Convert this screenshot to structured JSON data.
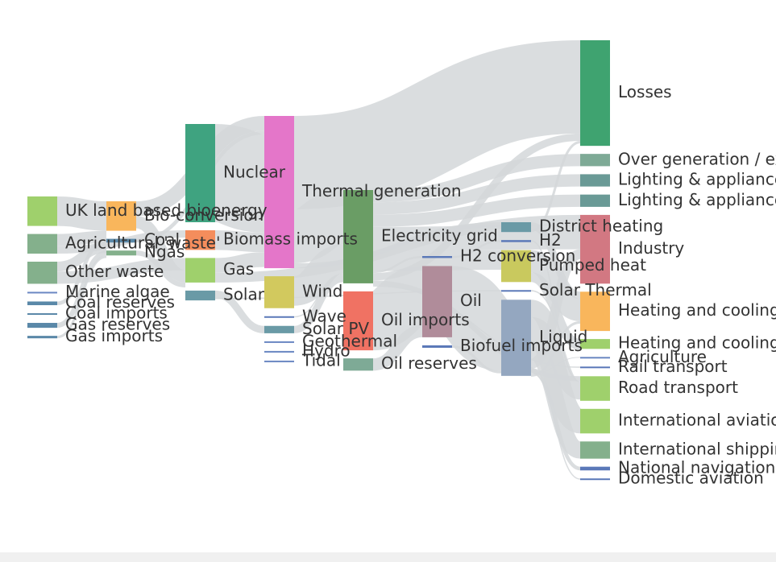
{
  "chart_data": {
    "type": "sankey",
    "link_color": "#d4d7d9",
    "nodes": [
      {
        "id": "ukland",
        "label": "UK land based bioenergy",
        "column": 0,
        "value": 12,
        "color": "#9fd06c"
      },
      {
        "id": "agwaste",
        "label": "Agricultural 'waste'",
        "column": 0,
        "value": 8,
        "color": "#84b08c"
      },
      {
        "id": "otherwaste",
        "label": "Other waste",
        "column": 0,
        "value": 9,
        "color": "#84b08c"
      },
      {
        "id": "marine",
        "label": "Marine algae",
        "column": 0,
        "value": 0.2,
        "color": "#6a87c2"
      },
      {
        "id": "coalres",
        "label": "Coal reserves",
        "column": 0,
        "value": 1.5,
        "color": "#5a88a8"
      },
      {
        "id": "coalimp",
        "label": "Coal imports",
        "column": 0,
        "value": 0.5,
        "color": "#5a88a8"
      },
      {
        "id": "gasres",
        "label": "Gas reserves",
        "column": 0,
        "value": 2,
        "color": "#5a88a8"
      },
      {
        "id": "gasimp",
        "label": "Gas imports",
        "column": 0,
        "value": 1,
        "color": "#5a88a8"
      },
      {
        "id": "bioconv",
        "label": "Bio-conversion",
        "column": 1,
        "value": 12,
        "color": "#f9b65c"
      },
      {
        "id": "coal",
        "label": "Coal",
        "column": 1,
        "value": 1.5,
        "color": "#5a88a8"
      },
      {
        "id": "ngas",
        "label": "Ngas",
        "column": 1,
        "value": 2,
        "color": "#84b08c"
      },
      {
        "id": "nuclear",
        "label": "Nuclear",
        "column": 2,
        "value": 40,
        "color": "#3fa380"
      },
      {
        "id": "biomassimp",
        "label": "Biomass imports",
        "column": 2,
        "value": 8,
        "color": "#f48d5c"
      },
      {
        "id": "gas",
        "label": "Gas",
        "column": 2,
        "value": 10,
        "color": "#9fd06c"
      },
      {
        "id": "solar",
        "label": "Solar",
        "column": 2,
        "value": 4,
        "color": "#6a9aa6"
      },
      {
        "id": "thermal",
        "label": "Thermal generation",
        "column": 3,
        "value": 62,
        "color": "#e476c9"
      },
      {
        "id": "wind",
        "label": "Wind",
        "column": 3,
        "value": 13,
        "color": "#d2c95e"
      },
      {
        "id": "wave",
        "label": "Wave",
        "column": 3,
        "value": 0.5,
        "color": "#5a78b8"
      },
      {
        "id": "solarpv",
        "label": "Solar PV",
        "column": 3,
        "value": 3,
        "color": "#6a9aa6"
      },
      {
        "id": "geothermal",
        "label": "Geothermal",
        "column": 3,
        "value": 0.2,
        "color": "#6a87c2"
      },
      {
        "id": "hydro",
        "label": "Hydro",
        "column": 3,
        "value": 0.2,
        "color": "#6a87c2"
      },
      {
        "id": "tidal",
        "label": "Tidal",
        "column": 3,
        "value": 0.2,
        "color": "#6a87c2"
      },
      {
        "id": "elecgrid",
        "label": "Electricity grid",
        "column": 4,
        "value": 38,
        "color": "#6a9d65"
      },
      {
        "id": "oilimp",
        "label": "Oil imports",
        "column": 4,
        "value": 24,
        "color": "#f07263"
      },
      {
        "id": "oilres",
        "label": "Oil reserves",
        "column": 4,
        "value": 5,
        "color": "#7eaa96"
      },
      {
        "id": "h2conv",
        "label": "H2 conversion",
        "column": 5,
        "value": 0.8,
        "color": "#5a78b8"
      },
      {
        "id": "oil",
        "label": "Oil",
        "column": 5,
        "value": 29,
        "color": "#b08c9a"
      },
      {
        "id": "biofuelimp",
        "label": "Biofuel imports",
        "column": 5,
        "value": 1,
        "color": "#5a78b8"
      },
      {
        "id": "districtheat",
        "label": "District heating",
        "column": 6,
        "value": 4,
        "color": "#6a9aa6"
      },
      {
        "id": "h2",
        "label": "H2",
        "column": 6,
        "value": 0.8,
        "color": "#5a78b8"
      },
      {
        "id": "pumpedheat",
        "label": "Pumped heat",
        "column": 6,
        "value": 13,
        "color": "#c9c95e"
      },
      {
        "id": "solarthermal",
        "label": "Solar Thermal",
        "column": 6,
        "value": 0.5,
        "color": "#5a78b8"
      },
      {
        "id": "liquid",
        "label": "Liquid",
        "column": 6,
        "value": 31,
        "color": "#94a7c0"
      },
      {
        "id": "losses",
        "label": "Losses",
        "column": 7,
        "value": 43,
        "color": "#3fa370"
      },
      {
        "id": "overgen",
        "label": "Over generation / exports",
        "column": 7,
        "value": 5,
        "color": "#7eaa96"
      },
      {
        "id": "lighting1",
        "label": "Lighting & appliances - commercial",
        "column": 7,
        "value": 5,
        "color": "#6a9a96"
      },
      {
        "id": "lighting2",
        "label": "Lighting & appliances - homes",
        "column": 7,
        "value": 5,
        "color": "#6a9a96"
      },
      {
        "id": "industry",
        "label": "Industry",
        "column": 7,
        "value": 28,
        "color": "#d27882"
      },
      {
        "id": "heatcool1",
        "label": "Heating and cooling - commercial",
        "column": 7,
        "value": 16,
        "color": "#f9b65c"
      },
      {
        "id": "heatcool2",
        "label": "Heating and cooling - homes",
        "column": 7,
        "value": 4,
        "color": "#9fd06c"
      },
      {
        "id": "agriculture",
        "label": "Agriculture",
        "column": 7,
        "value": 0.2,
        "color": "#6a87c2"
      },
      {
        "id": "rail",
        "label": "Rail transport",
        "column": 7,
        "value": 0.5,
        "color": "#5a78b8"
      },
      {
        "id": "road",
        "label": "Road transport",
        "column": 7,
        "value": 10,
        "color": "#9fd06c"
      },
      {
        "id": "intlaviation",
        "label": "International aviation",
        "column": 7,
        "value": 10,
        "color": "#9fd06c"
      },
      {
        "id": "intlshipping",
        "label": "International shipping",
        "column": 7,
        "value": 7,
        "color": "#84b08c"
      },
      {
        "id": "natnav",
        "label": "National navigation",
        "column": 7,
        "value": 1.5,
        "color": "#5a78b8"
      },
      {
        "id": "domaviation",
        "label": "Domestic aviation",
        "column": 7,
        "value": 0.5,
        "color": "#5a78b8"
      }
    ],
    "links": [
      {
        "source": "ukland",
        "target": "bioconv",
        "value": 12
      },
      {
        "source": "agwaste",
        "target": "bioconv",
        "value": 5
      },
      {
        "source": "agwaste",
        "target": "biomassimp",
        "value": 3
      },
      {
        "source": "otherwaste",
        "target": "bioconv",
        "value": 4
      },
      {
        "source": "otherwaste",
        "target": "gas",
        "value": 5
      },
      {
        "source": "coalres",
        "target": "coal",
        "value": 1.5
      },
      {
        "source": "gasres",
        "target": "ngas",
        "value": 2
      },
      {
        "source": "gasimp",
        "target": "ngas",
        "value": 1
      },
      {
        "source": "bioconv",
        "target": "thermal",
        "value": 6
      },
      {
        "source": "bioconv",
        "target": "gas",
        "value": 5
      },
      {
        "source": "coal",
        "target": "thermal",
        "value": 1.5
      },
      {
        "source": "ngas",
        "target": "gas",
        "value": 2
      },
      {
        "source": "nuclear",
        "target": "thermal",
        "value": 40
      },
      {
        "source": "biomassimp",
        "target": "thermal",
        "value": 8
      },
      {
        "source": "gas",
        "target": "thermal",
        "value": 6
      },
      {
        "source": "gas",
        "target": "industry",
        "value": 4
      },
      {
        "source": "solar",
        "target": "solarpv",
        "value": 3
      },
      {
        "source": "solar",
        "target": "solarthermal",
        "value": 0.5
      },
      {
        "source": "thermal",
        "target": "losses",
        "value": 38
      },
      {
        "source": "thermal",
        "target": "elecgrid",
        "value": 22
      },
      {
        "source": "thermal",
        "target": "districtheat",
        "value": 2
      },
      {
        "source": "wind",
        "target": "elecgrid",
        "value": 12
      },
      {
        "source": "wave",
        "target": "elecgrid",
        "value": 0.5
      },
      {
        "source": "solarpv",
        "target": "elecgrid",
        "value": 3
      },
      {
        "source": "elecgrid",
        "target": "overgen",
        "value": 5
      },
      {
        "source": "elecgrid",
        "target": "lighting1",
        "value": 5
      },
      {
        "source": "elecgrid",
        "target": "lighting2",
        "value": 5
      },
      {
        "source": "elecgrid",
        "target": "industry",
        "value": 10
      },
      {
        "source": "elecgrid",
        "target": "pumpedheat",
        "value": 8
      },
      {
        "source": "elecgrid",
        "target": "h2conv",
        "value": 0.8
      },
      {
        "source": "elecgrid",
        "target": "losses",
        "value": 3
      },
      {
        "source": "elecgrid",
        "target": "road",
        "value": 2
      },
      {
        "source": "elecgrid",
        "target": "rail",
        "value": 0.5
      },
      {
        "source": "oilimp",
        "target": "oil",
        "value": 24
      },
      {
        "source": "oilres",
        "target": "oil",
        "value": 5
      },
      {
        "source": "oil",
        "target": "liquid",
        "value": 29
      },
      {
        "source": "biofuelimp",
        "target": "liquid",
        "value": 1
      },
      {
        "source": "h2conv",
        "target": "h2",
        "value": 0.8
      },
      {
        "source": "districtheat",
        "target": "heatcool1",
        "value": 3
      },
      {
        "source": "districtheat",
        "target": "losses",
        "value": 1
      },
      {
        "source": "pumpedheat",
        "target": "heatcool1",
        "value": 9
      },
      {
        "source": "pumpedheat",
        "target": "heatcool2",
        "value": 4
      },
      {
        "source": "solarthermal",
        "target": "heatcool2",
        "value": 0.5
      },
      {
        "source": "h2",
        "target": "road",
        "value": 0.5
      },
      {
        "source": "liquid",
        "target": "road",
        "value": 7
      },
      {
        "source": "liquid",
        "target": "intlaviation",
        "value": 10
      },
      {
        "source": "liquid",
        "target": "intlshipping",
        "value": 7
      },
      {
        "source": "liquid",
        "target": "industry",
        "value": 4
      },
      {
        "source": "liquid",
        "target": "natnav",
        "value": 1.5
      },
      {
        "source": "liquid",
        "target": "domaviation",
        "value": 0.5
      },
      {
        "source": "liquid",
        "target": "agriculture",
        "value": 0.2
      },
      {
        "source": "liquid",
        "target": "heatcool1",
        "value": 1
      }
    ]
  }
}
